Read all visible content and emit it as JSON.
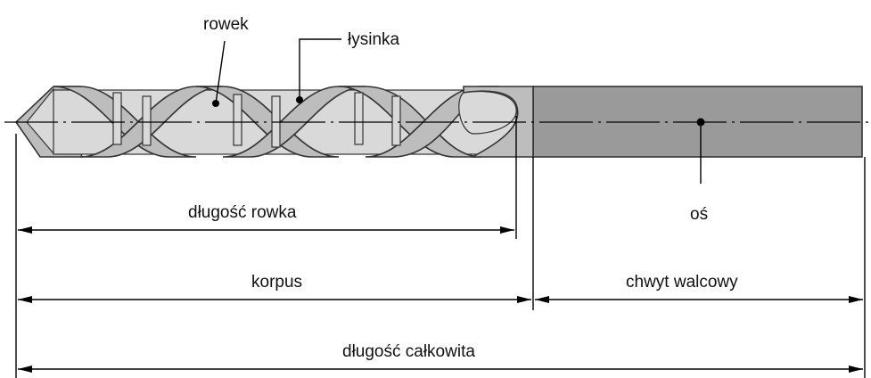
{
  "labels": {
    "groove": "rowek",
    "land": "łysinka",
    "flute_length": "długość rowka",
    "axis": "oś",
    "body": "korpus",
    "shank": "chwyt walcowy",
    "overall_length": "długość całkowita"
  },
  "colors": {
    "shank": "#9a9a9a",
    "land": "#bdbdbd",
    "groove": "#d9d9d9",
    "line": "#000000"
  }
}
